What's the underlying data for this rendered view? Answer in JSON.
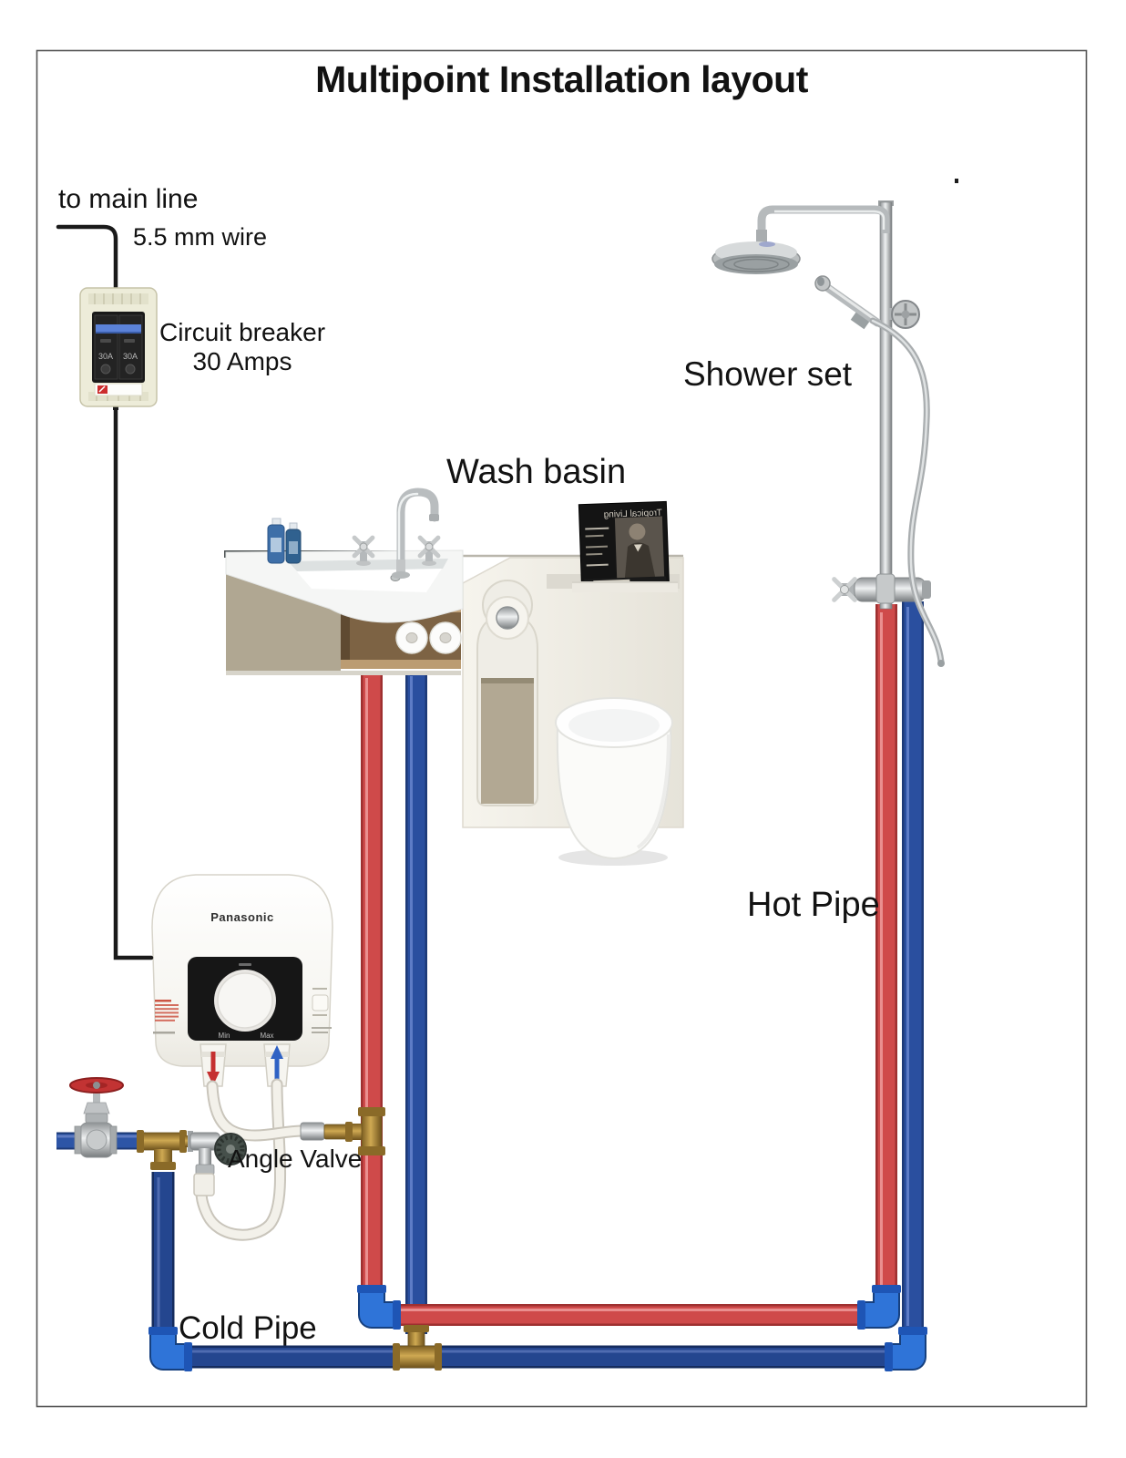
{
  "title": "Multipoint Installation layout",
  "callouts": {
    "to_main_line": "to main line",
    "wire_spec": "5.5 mm wire",
    "circuit_breaker_line1": "Circuit breaker",
    "circuit_breaker_line2": "30 Amps",
    "shower_set": "Shower set",
    "wash_basin": "Wash basin",
    "hot_pipe": "Hot Pipe",
    "cold_pipe": "Cold Pipe",
    "angle_valve": "Angle Valve"
  },
  "equipment": {
    "circuit_breaker": {
      "pole1_rating": "30A",
      "pole2_rating": "30A"
    },
    "water_heater": {
      "brand": "Panasonic",
      "dial_min": "Min",
      "dial_max": "Max"
    },
    "magazine_title": "Tropical Living"
  },
  "colors": {
    "hot_pipe": "#cf4a4a",
    "cold_pipe_riser": "#2a4f9f",
    "cold_pipe_main": "#24468f",
    "pipe_fitting_blue": "#2f74d8",
    "brass_fitting": "#b08a3e",
    "wire_black": "#1a1a1a",
    "breaker_body": "#edecd9",
    "valve_handle_red": "#c23333"
  }
}
